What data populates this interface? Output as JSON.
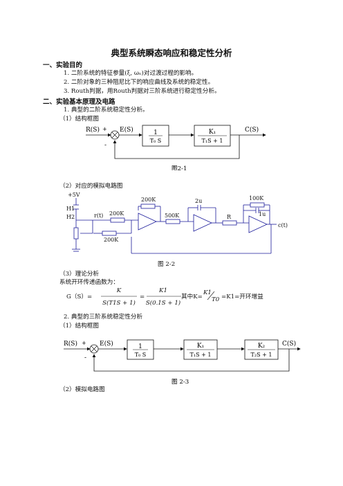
{
  "title": "典型系统瞬态响应和稳定性分析",
  "section1": {
    "heading": "一、实验目的",
    "items": [
      "1. 二阶系统的特征参量(ξ, ωₙ)对过渡过程的影响。",
      "2. 二阶对象的三种阻尼比下的响应曲线及系统的稳定性。",
      "3. Routh判据，用Routh判据对三阶系统进行稳定性分析。"
    ]
  },
  "section2": {
    "heading": "二、实验基本原理及电路",
    "sub1": "1. 典型的二阶系统稳定性分析。",
    "sub1_a": "（1）结构框图",
    "fig1": {
      "input": "R(S)",
      "plus": "+",
      "minus": "-",
      "error": "E(S)",
      "block1_num": "1",
      "block1_den": "T₀ S",
      "block2_num": "K₁",
      "block2_den": "T₁S + 1",
      "output": "C(S)",
      "caption": "图2-1"
    },
    "sub1_b": "（2）对应的模拟电路图",
    "fig2": {
      "supply": "+5V",
      "h1": "H1",
      "h2": "H2",
      "rt": "r(t)",
      "r1": "200K",
      "r2": "200K",
      "r3": "200K",
      "r4": "500K",
      "c1": "2u",
      "r5": "R",
      "r6": "100K",
      "c2": "1u",
      "ct": "c(t)",
      "caption": "图 2-2"
    },
    "sub1_c": "（3）理论分析",
    "sub1_c_text": "系统开环传递函数为：",
    "formula": {
      "lhs": "G（S）=",
      "f1_num": "K",
      "f1_den": "S(T1S + 1)",
      "eq": "=",
      "f2_num": "K1",
      "f2_den": "S(0.1S + 1)",
      "note_pre": "其中K=",
      "note_num": "K1",
      "note_den": "T0",
      "note_post": "=K1=开环增益"
    },
    "sub2": "2. 典型的三阶系统稳定性分析",
    "sub2_a": "（1）结构框图",
    "fig3": {
      "input": "R(S)",
      "plus": "+",
      "minus": "-",
      "error": "E(S)",
      "block1_num": "1",
      "block1_den": "T₀ S",
      "block2_num": "K₁",
      "block2_den": "T₁S + 1",
      "block3_num": "K₂",
      "block3_den": "T₂S + 1",
      "output": "C(S)",
      "caption": "图 2-3"
    },
    "sub2_b": "（2）模拟电路图"
  }
}
